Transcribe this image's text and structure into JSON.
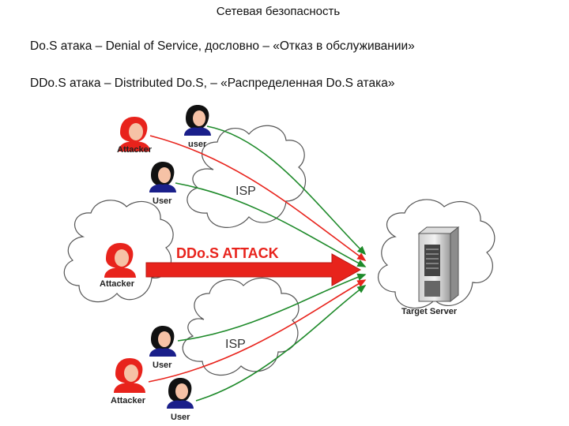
{
  "title": "Сетевая безопасность",
  "definitions": [
    "Do.S атака – Denial of Service, дословно – «Отказ в обслуживании»",
    "DDo.S атака – Distributed Do.S, – «Распределенная Do.S атака»"
  ],
  "diagram": {
    "attack_label": "DDo.S ATTACK",
    "isp_label": "ISP",
    "target_label": "Target Server",
    "attacker_label": "Attacker",
    "user_label_lower": "user",
    "user_label": "User",
    "colors": {
      "attack": "#e8231c",
      "traffic": "#1e8a2a",
      "attacker_face": "#e8231c",
      "user_face": "#111111"
    }
  }
}
